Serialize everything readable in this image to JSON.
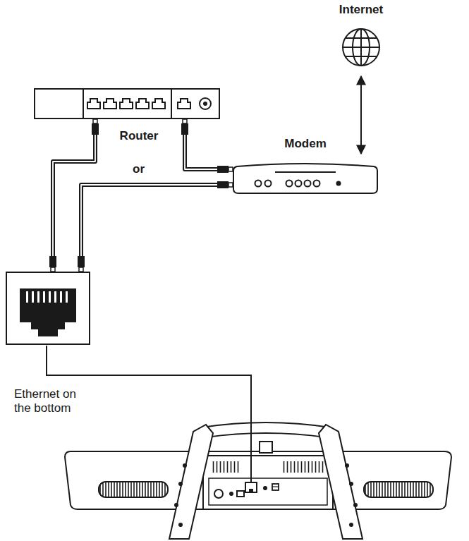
{
  "diagram": {
    "nodes": [
      {
        "text": [
          "Internet"
        ]
      },
      {
        "text": [
          "Router"
        ]
      },
      {
        "text": [
          "Modem"
        ]
      },
      {
        "text": [
          "Ethernet on the bottom"
        ]
      }
    ],
    "edges": [
      {
        "from": 0,
        "to": 2,
        "arrow": "both"
      },
      {
        "from": 1,
        "to": 2,
        "arrow": "none"
      },
      {
        "from": 3,
        "to": 1,
        "arrow": "none"
      },
      {
        "from": 3,
        "to": 2,
        "arrow": "none"
      }
    ],
    "labels": [
      "or"
    ]
  }
}
